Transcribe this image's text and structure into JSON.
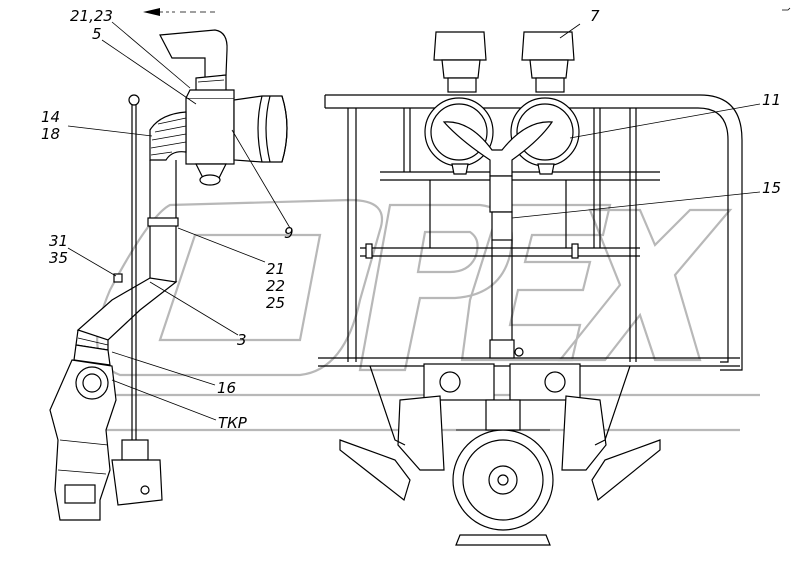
{
  "diagram": {
    "callouts": {
      "c_21_23": "21,23",
      "c_5": "5",
      "c_14": "14",
      "c_18": "18",
      "c_31": "31",
      "c_35": "35",
      "c_7": "7",
      "c_11": "11",
      "c_15": "15",
      "c_9": "9",
      "c_21": "21",
      "c_22": "22",
      "c_25": "25",
      "c_3": "3",
      "c_16": "16",
      "c_tkr": "ТКР"
    },
    "watermark": "OPEX",
    "colors": {
      "line": "#000000",
      "watermark": "#b8b8b8",
      "background": "#ffffff"
    }
  }
}
